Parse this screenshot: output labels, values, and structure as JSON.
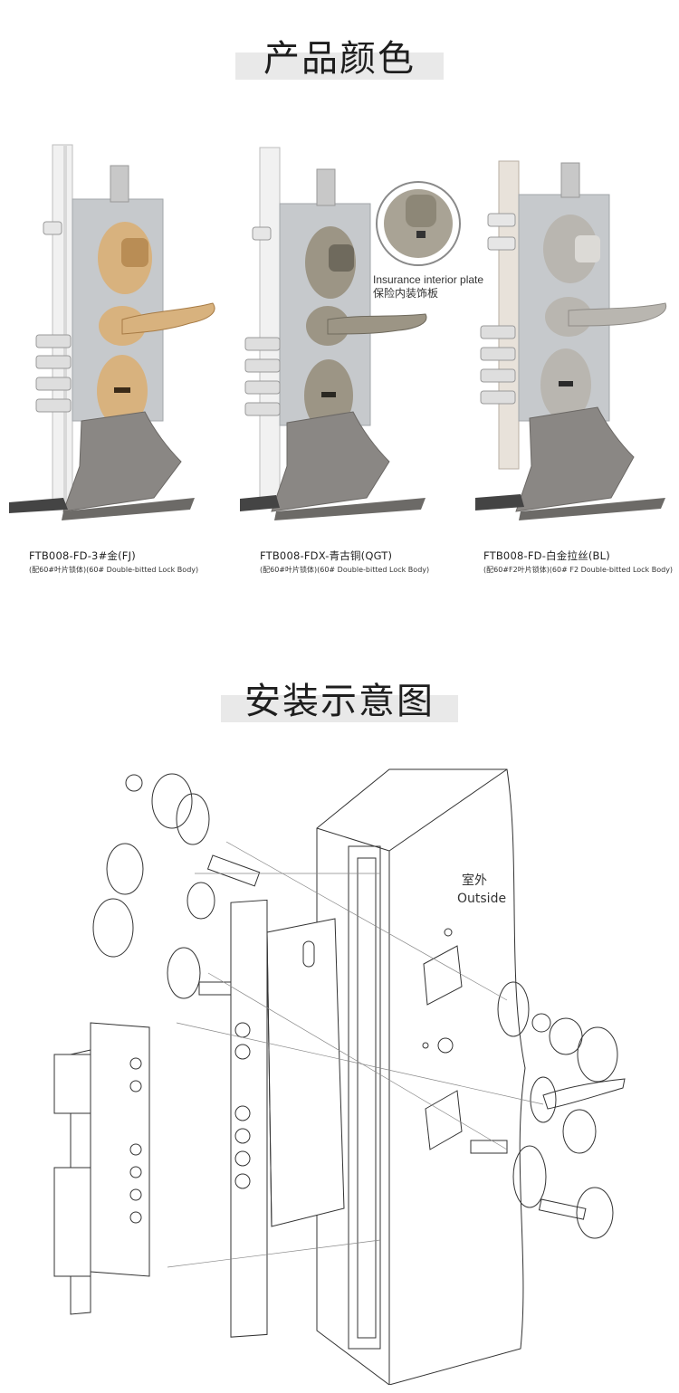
{
  "colors_section": {
    "title": "产品颜色",
    "products": [
      {
        "model": "FTB008-FD-3#金(FJ)",
        "body": "(配60#叶片锁体)(60# Double-bitted Lock Body)",
        "finish_color": "#d8b27e",
        "finish_dark": "#b98d55"
      },
      {
        "model": "FTB008-FDX-青古铜(QGT)",
        "body": "(配60#叶片锁体)(60# Double-bitted Lock Body)",
        "finish_color": "#9c9585",
        "finish_dark": "#6f6a5d"
      },
      {
        "model": "FTB008-FD-白金拉丝(BL)",
        "body": "(配60#F2叶片锁体)(60# F2 Double-bitted Lock Body)",
        "finish_color": "#b9b6b0",
        "finish_dark": "#8e8b86"
      }
    ],
    "insurance_plate": {
      "en": "Insurance interior plate",
      "zh": "保险内装饰板"
    }
  },
  "install_section": {
    "title": "安装示意图",
    "outside_zh": "室外",
    "outside_en": "Outside"
  }
}
